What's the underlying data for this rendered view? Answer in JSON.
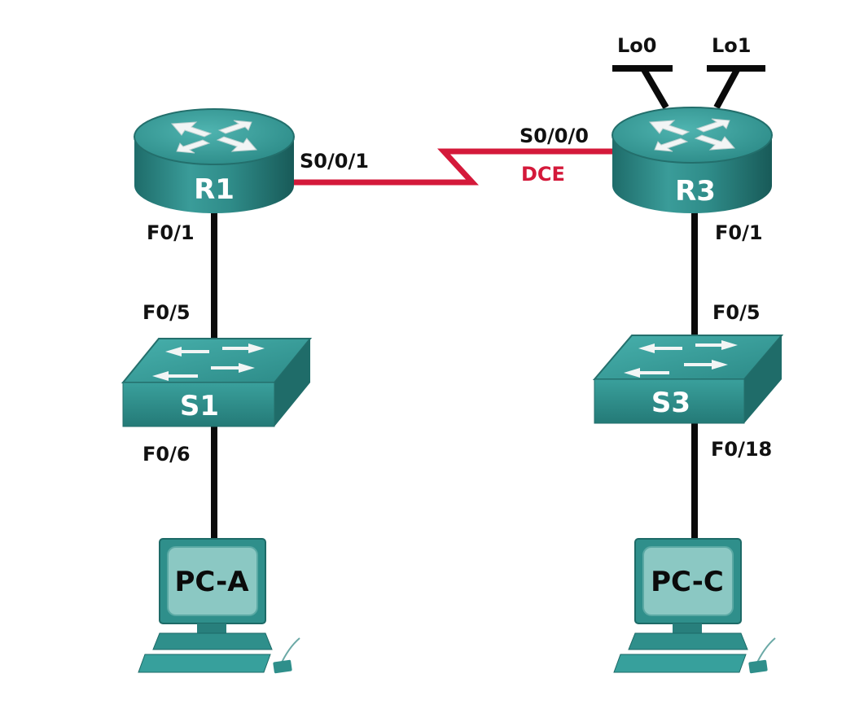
{
  "devices": {
    "r1": {
      "label": "R1"
    },
    "r3": {
      "label": "R3"
    },
    "s1": {
      "label": "S1"
    },
    "s3": {
      "label": "S3"
    },
    "pca": {
      "label": "PC-A"
    },
    "pcc": {
      "label": "PC-C"
    }
  },
  "interfaces": {
    "r1_s001": "S0/0/1",
    "r3_s000": "S0/0/0",
    "dce": "DCE",
    "r1_f01": "F0/1",
    "s1_f05": "F0/5",
    "s1_f06": "F0/6",
    "r3_f01": "F0/1",
    "s3_f05": "F0/5",
    "s3_f018": "F0/18",
    "lo0": "Lo0",
    "lo1": "Lo1"
  },
  "colors": {
    "device_teal": "#2d8c8a",
    "device_dark": "#1d6664",
    "serial_link": "#d4193a",
    "ethernet_link": "#0a0a0a",
    "dce_label": "#d4193a"
  }
}
